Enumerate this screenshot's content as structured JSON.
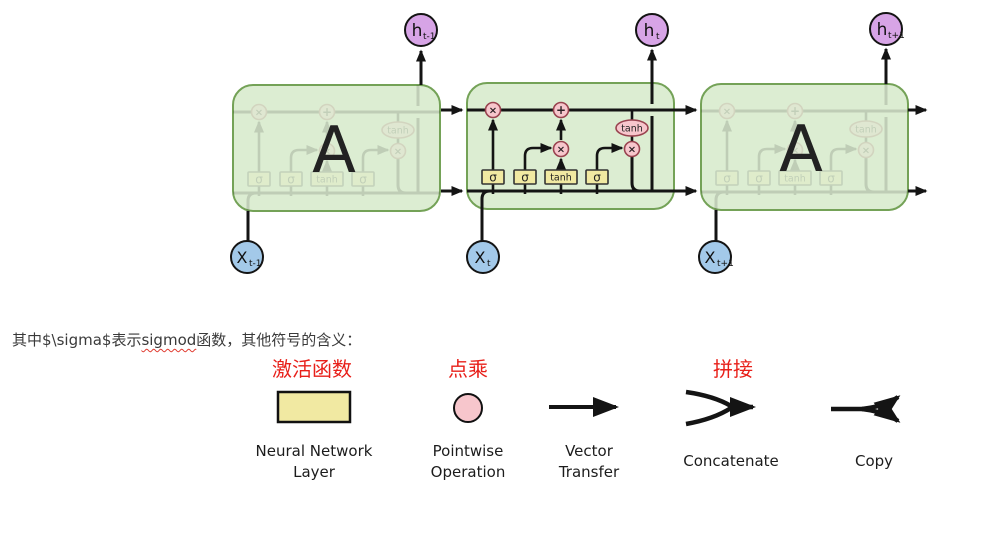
{
  "colors": {
    "cell_fill": "#dcedd2",
    "cell_stroke": "#74a257",
    "ink": "#141414",
    "gate_fill": "#f1e9a2",
    "gate_stroke": "#333333",
    "op_fill": "#f7c6cc",
    "op_stroke": "#99434f",
    "h_fill": "#d7a4e6",
    "x_fill": "#a3c9e9",
    "red": "#e8201a",
    "caption_text": "#3a3a3a",
    "label_text": "#1c1c1c",
    "a_text": "#222222"
  },
  "diagram": {
    "a_label": "A",
    "gates": {
      "sigma": "σ",
      "tanh_box": "tanh",
      "tanh_oval": "tanh",
      "multiply": "×",
      "add": "+"
    },
    "h_nodes": [
      {
        "main": "h",
        "sub": "t-1"
      },
      {
        "main": "h",
        "sub": "t"
      },
      {
        "main": "h",
        "sub": "t+1"
      }
    ],
    "x_nodes": [
      {
        "main": "X",
        "sub": "t-1"
      },
      {
        "main": "X",
        "sub": "t"
      },
      {
        "main": "X",
        "sub": "t+1"
      }
    ]
  },
  "caption": {
    "prefix": "其中$\\sigma$表示",
    "highlight": "sigmod",
    "suffix": "函数，其他符号的含义："
  },
  "legend": {
    "red_labels": [
      "激活函数",
      "点乘",
      "拼接"
    ],
    "items": [
      {
        "line1": "Neural Network",
        "line2": "Layer"
      },
      {
        "line1": "Pointwise",
        "line2": "Operation"
      },
      {
        "line1": "Vector",
        "line2": "Transfer"
      },
      {
        "line1": "Concatenate",
        "line2": ""
      },
      {
        "line1": "Copy",
        "line2": ""
      }
    ]
  }
}
